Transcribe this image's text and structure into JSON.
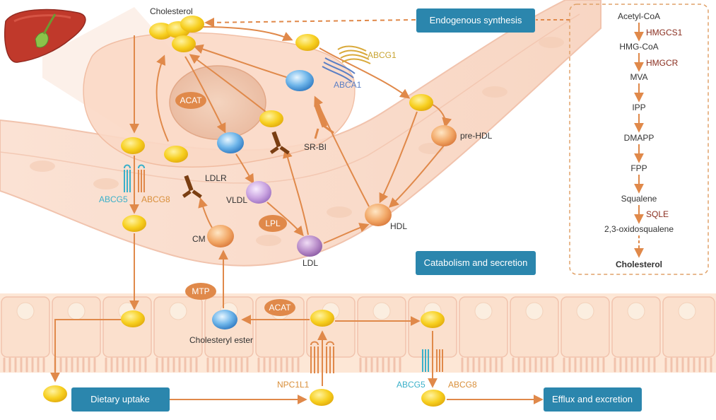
{
  "labels": {
    "cholesterol_top": "Cholesterol",
    "acat_upper": "ACAT",
    "acat_lower": "ACAT",
    "ldlr": "LDLR",
    "vldl": "VLDL",
    "lpl": "LPL",
    "cm": "CM",
    "ldl": "LDL",
    "hdl": "HDL",
    "pre_hdl": "pre-HDL",
    "sr_bi": "SR-BI",
    "abca1": "ABCA1",
    "abcg1": "ABCG1",
    "abcg5_upper": "ABCG5",
    "abcg8_upper": "ABCG8",
    "mtp": "MTP",
    "cholesteryl_ester": "Cholesteryl ester",
    "npc1l1": "NPC1L1",
    "abcg5_lower": "ABCG5",
    "abcg8_lower": "ABCG8"
  },
  "boxes": {
    "endogenous": "Endogenous synthesis",
    "catabolism": "Catabolism and secretion",
    "dietary": "Dietary uptake",
    "efflux": "Efflux and excretion"
  },
  "pathway": {
    "steps": [
      "Acetyl-CoA",
      "HMG-CoA",
      "MVA",
      "IPP",
      "DMAPP",
      "FPP",
      "Squalene",
      "2,3-oxidosqualene",
      "Cholesterol"
    ],
    "enzymes": [
      "HMGCS1",
      "HMGCR",
      "SQLE"
    ]
  },
  "colors": {
    "box_blue": "#2b86ad",
    "arrow": "#e0894a",
    "cholesterol_yellow": "#f5c918",
    "acat_orange": "#e0894a",
    "enzyme_text": "#8a2e1f"
  }
}
